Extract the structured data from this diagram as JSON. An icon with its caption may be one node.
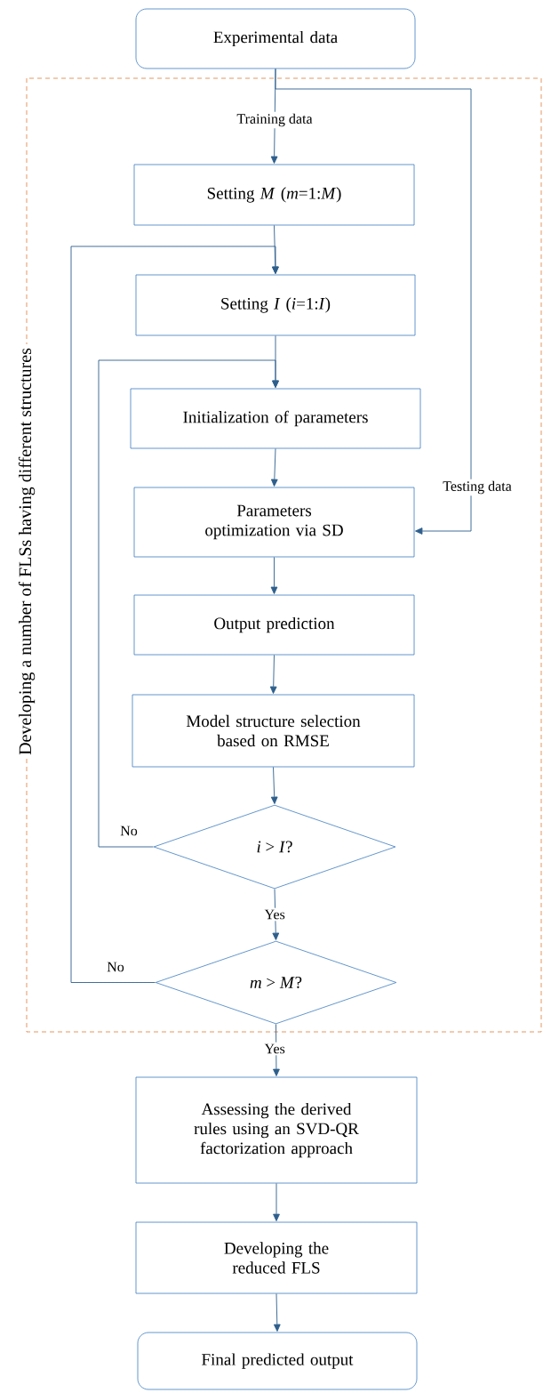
{
  "diagram": {
    "nodes": [
      {
        "text": [
          "Experimental data"
        ]
      },
      {
        "text": [
          "Developing a number of FLSs having different structures"
        ]
      },
      {
        "text": [
          "Setting *M* (*m*=1:*M*)"
        ],
        "in": 1
      },
      {
        "text": [
          "Setting *I* (*i*=1:*I*)"
        ],
        "in": 1
      },
      {
        "text": [
          "Initialization of parameters"
        ],
        "in": 1
      },
      {
        "text": [
          "Parameters optimization via SD"
        ],
        "in": 1
      },
      {
        "text": [
          "Output prediction"
        ],
        "in": 1
      },
      {
        "text": [
          "Model structure selection based on RMSE"
        ],
        "in": 1
      },
      {
        "text": [
          "*i* > *I*?"
        ],
        "in": 1
      },
      {
        "text": [
          "*m* > *M*?"
        ],
        "in": 1
      },
      {
        "text": [
          "Assessing the derived rules using an SVD-QR factorization approach"
        ]
      },
      {
        "text": [
          "Developing the reduced FLS"
        ]
      },
      {
        "text": [
          "Final predicted output"
        ]
      }
    ],
    "edges": [
      {
        "from": 0,
        "to": 2,
        "arrow": "to",
        "label": "Training data"
      },
      {
        "from": 0,
        "to": 5,
        "arrow": "to",
        "label": "Testing data"
      },
      {
        "from": 2,
        "to": 3,
        "arrow": "to"
      },
      {
        "from": 3,
        "to": 4,
        "arrow": "to"
      },
      {
        "from": 4,
        "to": 5,
        "arrow": "to"
      },
      {
        "from": 5,
        "to": 6,
        "arrow": "to"
      },
      {
        "from": 6,
        "to": 7,
        "arrow": "to"
      },
      {
        "from": 7,
        "to": 8,
        "arrow": "to"
      },
      {
        "from": 8,
        "to": 9,
        "arrow": "to",
        "label": "Yes"
      },
      {
        "from": 8,
        "to": 4,
        "arrow": "to",
        "label": "No"
      },
      {
        "from": 9,
        "to": 3,
        "arrow": "to",
        "label": "No"
      },
      {
        "from": 9,
        "to": 10,
        "arrow": "to",
        "label": "Yes"
      },
      {
        "from": 10,
        "to": 11,
        "arrow": "to"
      },
      {
        "from": 11,
        "to": 12,
        "arrow": "to"
      }
    ]
  }
}
